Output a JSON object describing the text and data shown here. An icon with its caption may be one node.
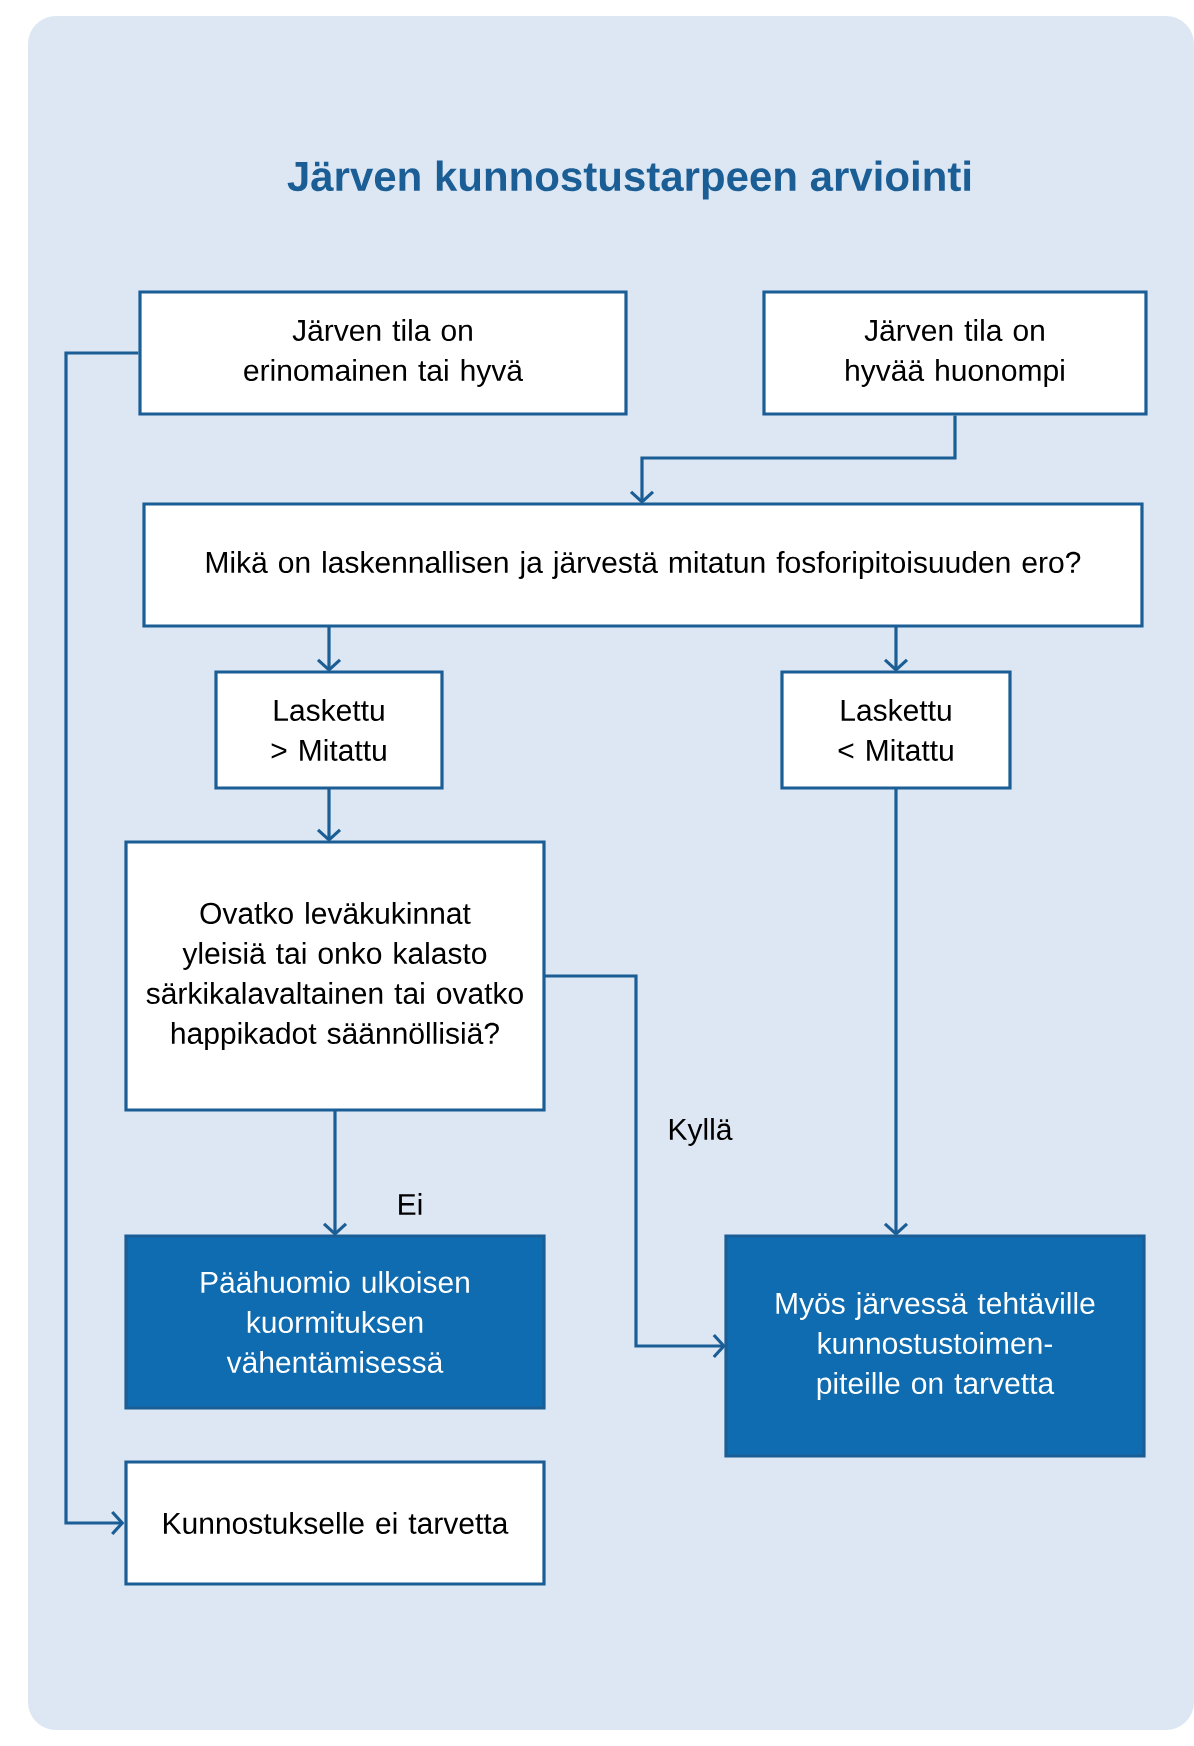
{
  "diagram": {
    "title": "Järven kunnostustarpeen arviointi",
    "nodes": [
      {
        "text": [
          "Järven tila on erinomainen tai hyvä"
        ]
      },
      {
        "text": [
          "Järven tila on hyvää huonompi"
        ]
      },
      {
        "text": [
          "Mikä on laskennallisen ja järvestä mitatun fosforipitoisuuden ero?"
        ]
      },
      {
        "text": [
          "Laskettu > Mitattu"
        ]
      },
      {
        "text": [
          "Laskettu < Mitattu"
        ]
      },
      {
        "text": [
          "Ovatko leväkukinnat yleisiä tai onko kalasto särkikalavaltainen tai ovatko happikadot säännöllisiä?"
        ]
      },
      {
        "text": [
          "Päähuomio ulkoisen kuormituksen vähentämisessä"
        ]
      },
      {
        "text": [
          "Myös järvessä tehtäville kunnostustoimen-piteille on tarvetta"
        ]
      },
      {
        "text": [
          "Kunnostukselle ei tarvetta"
        ]
      }
    ],
    "edges": [
      {
        "from": 0,
        "to": 8,
        "arrow": "to"
      },
      {
        "from": 1,
        "to": 2,
        "arrow": "to"
      },
      {
        "from": 2,
        "to": 3,
        "arrow": "to"
      },
      {
        "from": 2,
        "to": 4,
        "arrow": "to"
      },
      {
        "from": 3,
        "to": 5,
        "arrow": "to"
      },
      {
        "from": 5,
        "to": 6,
        "arrow": "to",
        "label": "Ei"
      },
      {
        "from": 5,
        "to": 7,
        "arrow": "to",
        "label": "Kyllä"
      },
      {
        "from": 4,
        "to": 7,
        "arrow": "to"
      }
    ]
  }
}
